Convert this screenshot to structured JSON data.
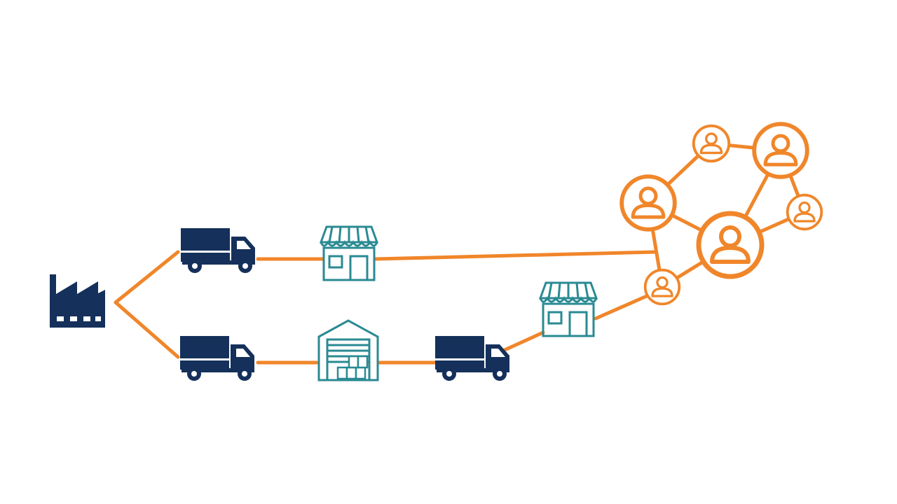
{
  "diagram": {
    "colors": {
      "connector": "#f0862a",
      "vehicle": "#15305a",
      "store": "#2a8a92",
      "customer": "#f0862a",
      "background": "#ffffff"
    },
    "nodes": [
      {
        "id": "factory",
        "icon": "factory-icon"
      },
      {
        "id": "truck-upper",
        "icon": "truck-icon"
      },
      {
        "id": "store-upper",
        "icon": "storefront-icon"
      },
      {
        "id": "truck-lower",
        "icon": "truck-icon"
      },
      {
        "id": "warehouse",
        "icon": "warehouse-icon"
      },
      {
        "id": "truck-lower-2",
        "icon": "truck-icon"
      },
      {
        "id": "store-lower",
        "icon": "storefront-icon"
      },
      {
        "id": "customer-network",
        "icon": "customer-network-icon"
      }
    ],
    "edges": [
      {
        "from": "factory",
        "to": "truck-upper"
      },
      {
        "from": "factory",
        "to": "truck-lower"
      },
      {
        "from": "truck-upper",
        "to": "store-upper"
      },
      {
        "from": "store-upper",
        "to": "customer-network"
      },
      {
        "from": "truck-lower",
        "to": "warehouse"
      },
      {
        "from": "warehouse",
        "to": "truck-lower-2"
      },
      {
        "from": "truck-lower-2",
        "to": "store-lower"
      },
      {
        "from": "store-lower",
        "to": "customer-network"
      }
    ]
  }
}
